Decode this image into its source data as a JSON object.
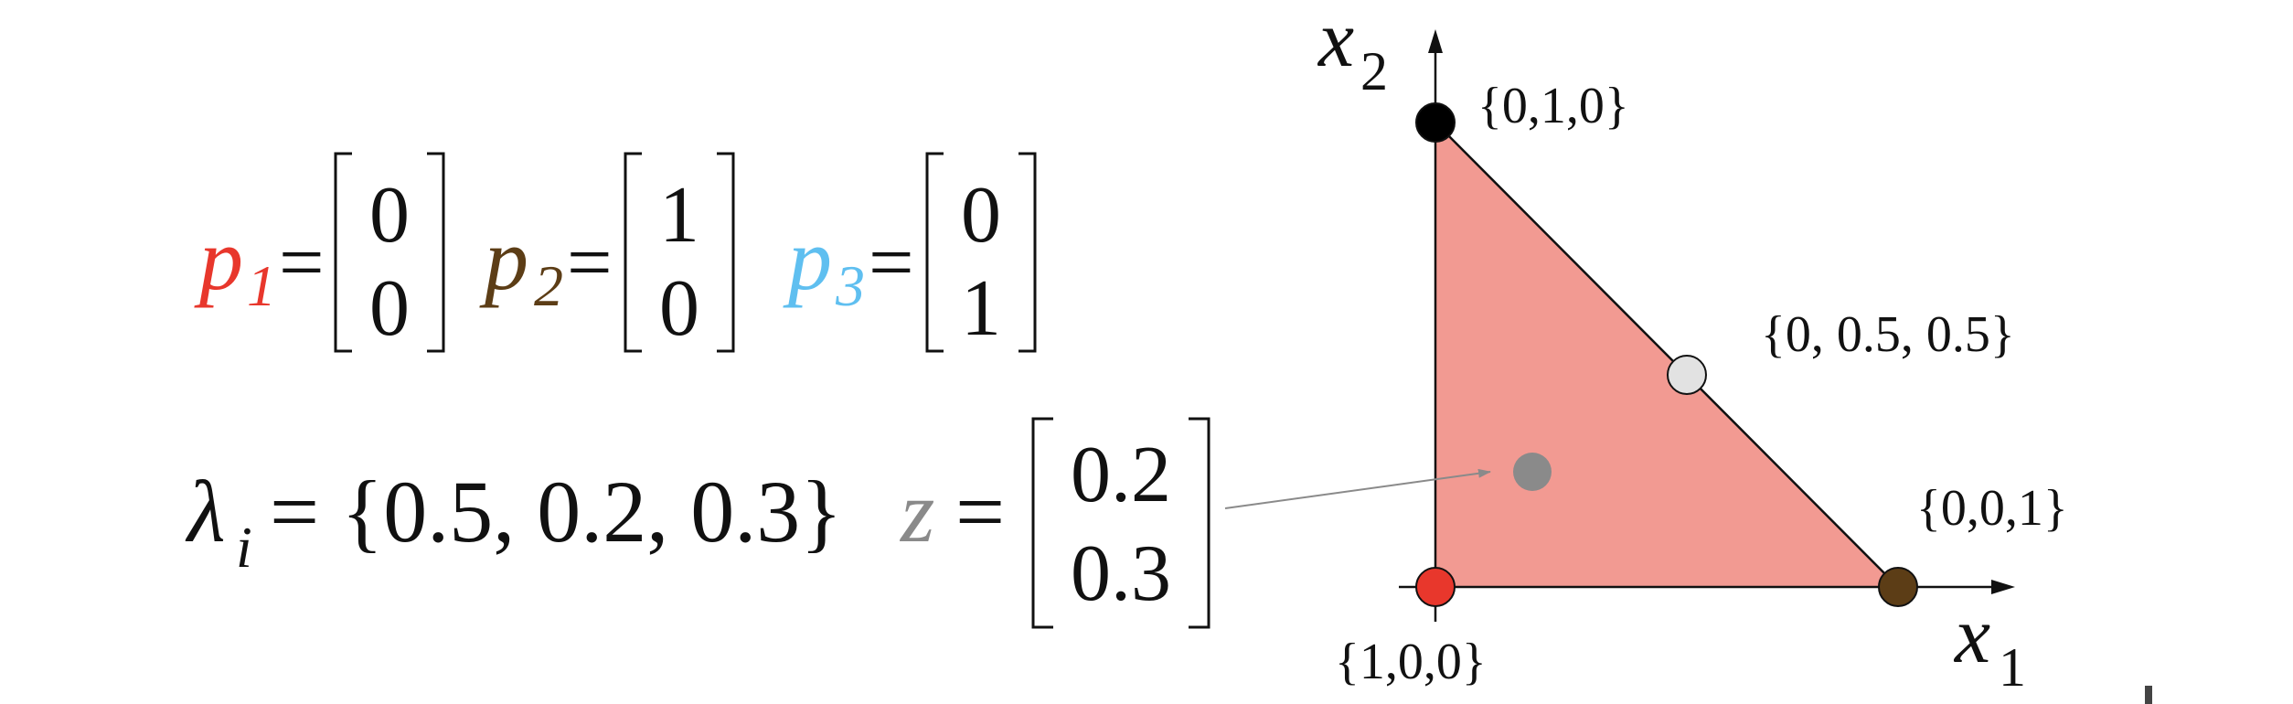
{
  "colors": {
    "p1": "#e8372c",
    "p2": "#5c3d16",
    "p3": "#5fbff0",
    "z": "#8a8a8a",
    "triangle_fill": "#f29a92",
    "text": "#111111",
    "midpoint_fill": "#e2e2e2"
  },
  "equations": {
    "p1": {
      "base": "p",
      "sub": "1",
      "eq": "=",
      "top": "0",
      "bottom": "0"
    },
    "p2": {
      "base": "p",
      "sub": "2",
      "eq": "=",
      "top": "1",
      "bottom": "0"
    },
    "p3": {
      "base": "p",
      "sub": "3",
      "eq": "=",
      "top": "0",
      "bottom": "1"
    },
    "lambda": {
      "symbol": "λ",
      "sub": "i",
      "rhs": "= {0.5, 0.2, 0.3}"
    },
    "z": {
      "symbol": "z",
      "eq": "=",
      "top": "0.2",
      "bottom": "0.3"
    }
  },
  "plot": {
    "x_axis_label": {
      "base": "x",
      "sub": "1"
    },
    "y_axis_label": {
      "base": "x",
      "sub": "2"
    },
    "vertex_labels": {
      "origin": "{1,0,0}",
      "top": "{0,1,0}",
      "right": "{0,0,1}",
      "mid": "{0, 0.5, 0.5}"
    }
  }
}
